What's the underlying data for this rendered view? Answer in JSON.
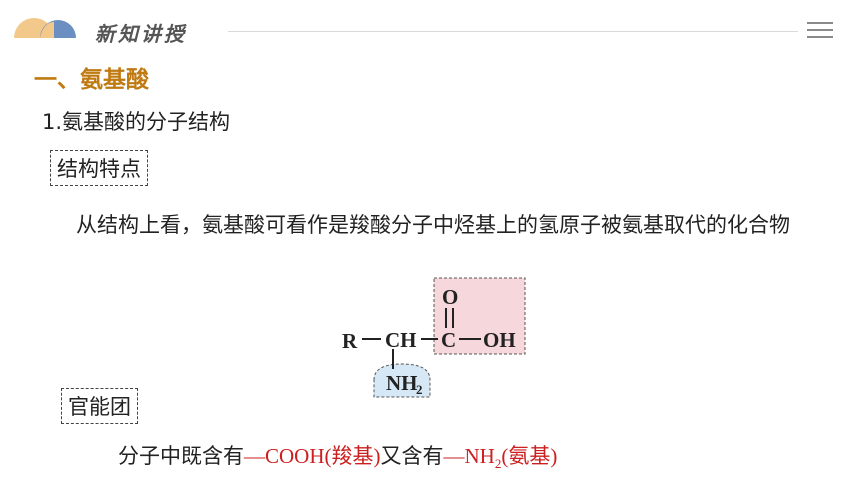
{
  "header": {
    "title": "新知讲授"
  },
  "section": {
    "title": "一、氨基酸"
  },
  "subsection": {
    "title": "1.氨基酸的分子结构"
  },
  "label_structure": "结构特点",
  "paragraph": "从结构上看，氨基酸可看作是羧酸分子中烃基上的氢原子被氨基取代的化合物",
  "formula": {
    "r": "R",
    "ch": "CH",
    "c": "C",
    "o_top": "O",
    "oh": "OH",
    "nh": "NH",
    "sub2": "2"
  },
  "label_functional": "官能团",
  "functional": {
    "prefix": "分子中既含有",
    "cooh": "—COOH(羧基)",
    "middle": "又含有",
    "nh2_main": "—NH",
    "nh2_sub": "2",
    "nh2_suffix": "(氨基)"
  },
  "colors": {
    "section": "#c07a12",
    "accent_red": "#cc1f1f",
    "carboxyl_bg": "#f6d8dc",
    "amino_bg": "#d6e8f5"
  }
}
